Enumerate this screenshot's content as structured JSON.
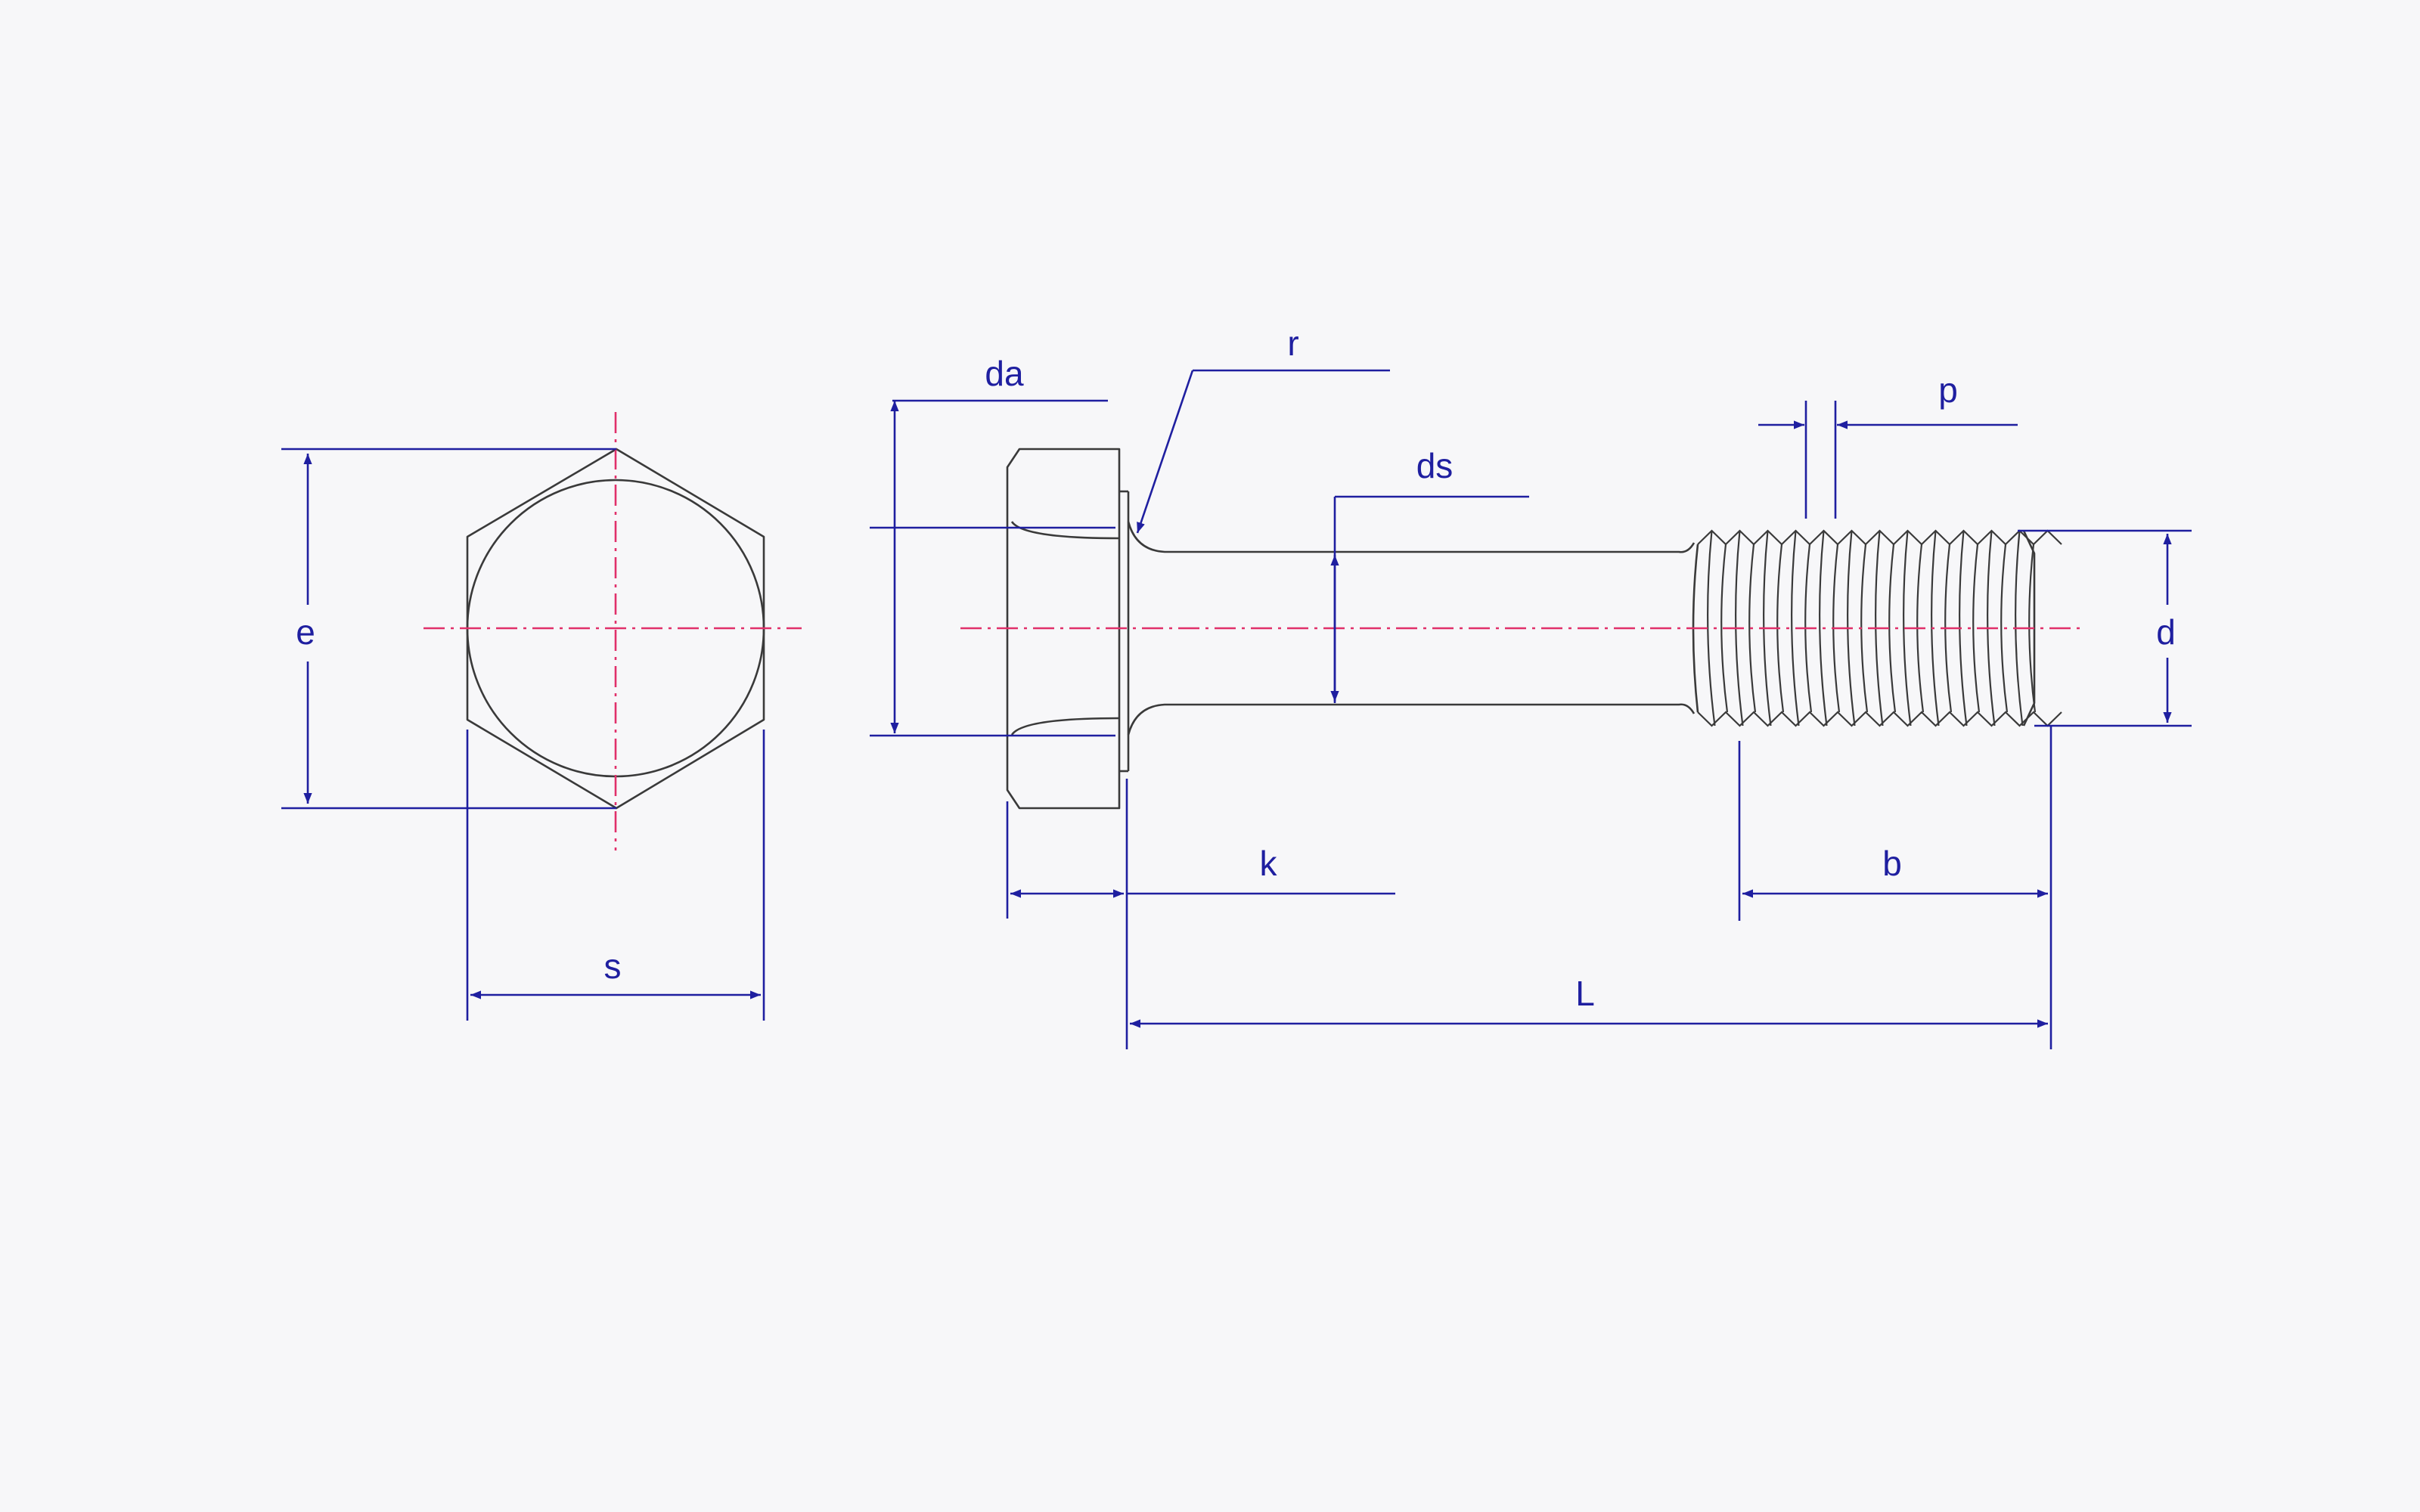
{
  "labels": {
    "e": "e",
    "s": "s",
    "da": "da",
    "r": "r",
    "ds": "ds",
    "p": "p",
    "d": "d",
    "k": "k",
    "b": "b",
    "L": "L"
  },
  "colors": {
    "outline": "#3a3a3a",
    "dimension": "#1f1fa0",
    "centerline": "#e0306a",
    "background": "#f7f7f9"
  }
}
